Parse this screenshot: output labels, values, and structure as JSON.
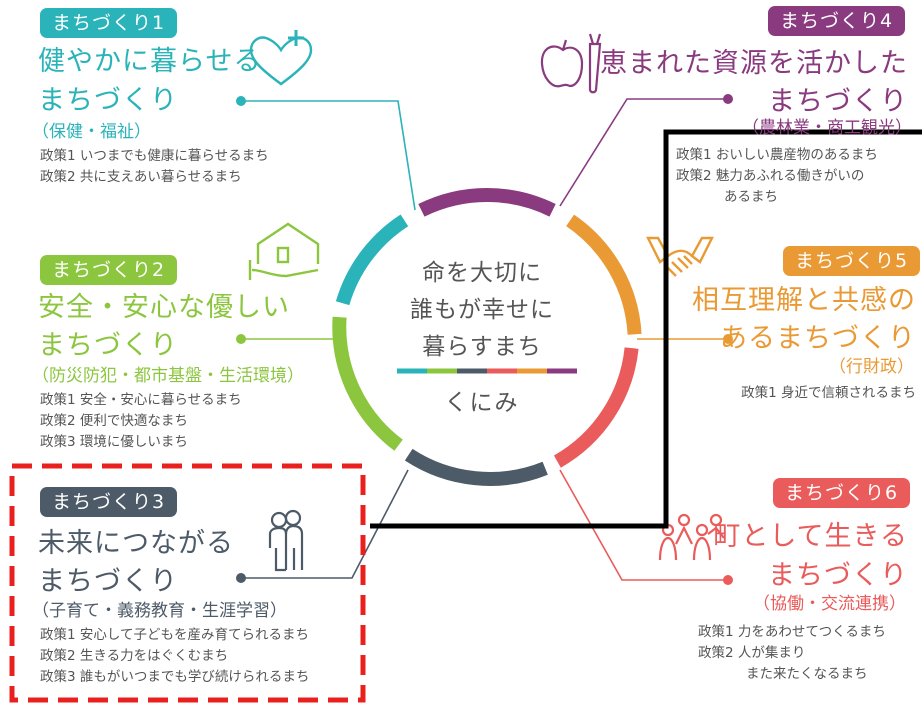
{
  "center": {
    "lines": [
      "命を大切に",
      "誰もが幸せに",
      "暮らすまち"
    ],
    "name": "くにみ"
  },
  "colors": {
    "teal": "#2ab3b8",
    "green": "#8cc63f",
    "slate": "#4d5a68",
    "purple": "#8a3a7f",
    "orange": "#ea9a35",
    "red": "#ea5b5b"
  },
  "sections": {
    "s1": {
      "badge": "まちづくり1",
      "title_1": "健やかに暮らせる",
      "title_2": "まちづくり",
      "category": "（保健・福祉）",
      "policies": [
        "政策1 いつまでも健康に暮らせるまち",
        "政策2 共に支えあい暮らせるまち"
      ],
      "icon": "heart-plus-icon"
    },
    "s2": {
      "badge": "まちづくり2",
      "title_1": "安全・安心な優しい",
      "title_2": "まちづくり",
      "category": "（防災防犯・都市基盤・生活環境）",
      "policies": [
        "政策1 安全・安心に暮らせるまち",
        "政策2 便利で快適なまち",
        "政策3 環境に優しいまち"
      ],
      "icon": "house-hand-icon"
    },
    "s3": {
      "badge": "まちづくり3",
      "title_1": "未来につながる",
      "title_2": "まちづくり",
      "category": "（子育て・義務教育・生涯学習）",
      "policies": [
        "政策1 安心して子どもを産み育てられるまち",
        "政策2 生きる力をはぐくむまち",
        "政策3 誰もがいつまでも学び続けられるまち"
      ],
      "icon": "family-icon"
    },
    "s4": {
      "badge": "まちづくり4",
      "title_1": "恵まれた資源を活かした",
      "title_2": "まちづくり",
      "category": "（農林業・商工観光）",
      "policies": [
        "政策1 おいしい農産物のあるまち",
        "政策2 魅力あふれる働きがいの",
        "あるまち"
      ],
      "icon": "apple-carrot-icon"
    },
    "s5": {
      "badge": "まちづくり5",
      "title_1": "相互理解と共感の",
      "title_2": "あるまちづくり",
      "category": "（行財政）",
      "policies": [
        "政策1 身近で信頼されるまち"
      ],
      "icon": "handshake-icon"
    },
    "s6": {
      "badge": "まちづくり6",
      "title_1": "町として生きる",
      "title_2": "まちづくり",
      "category": "（協働・交流連携）",
      "policies": [
        "政策1 力をあわせてつくるまち",
        "政策2 人が集まり",
        "また来たくなるまち"
      ],
      "icon": "people-group-icon"
    }
  }
}
